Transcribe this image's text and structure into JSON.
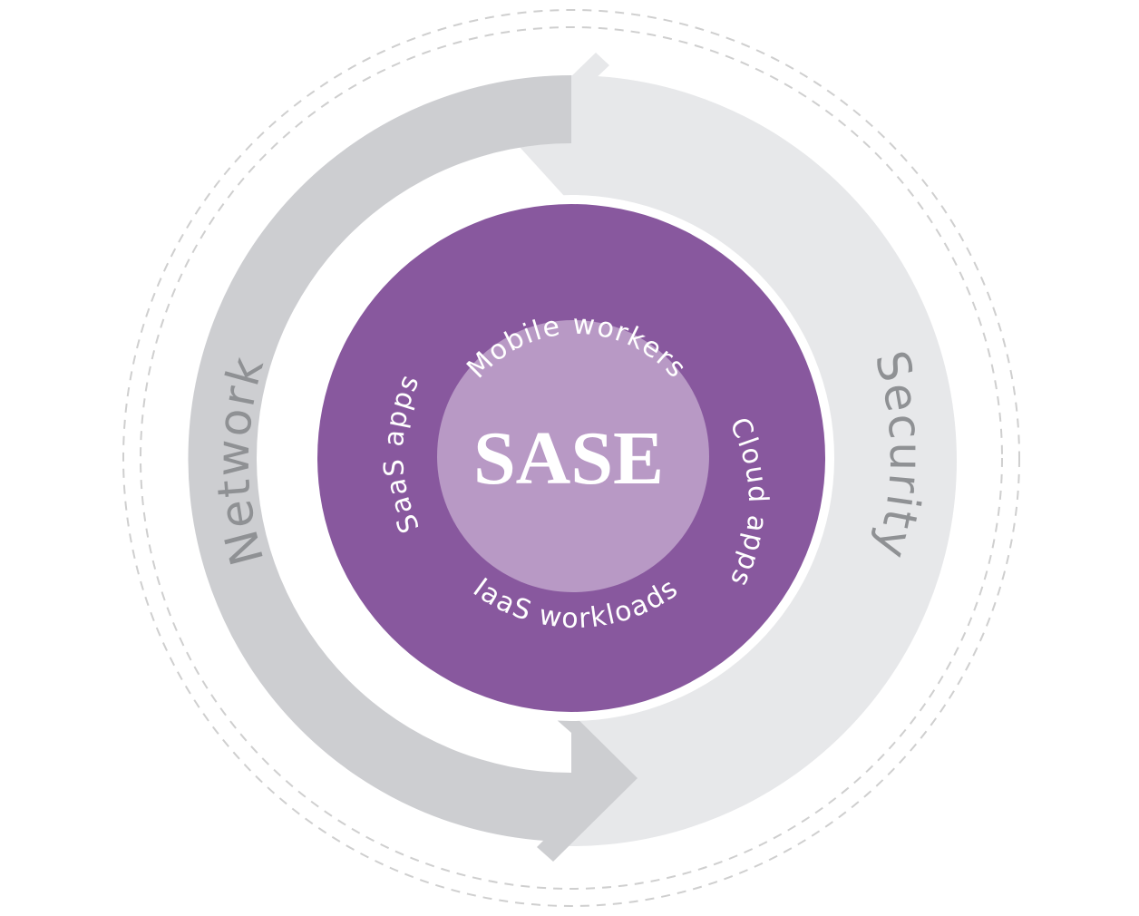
{
  "diagram": {
    "center_label": "SASE",
    "ring_labels": {
      "top": "Mobile workers",
      "right": "Cloud apps",
      "bottom": "IaaS workloads",
      "left": "SaaS apps"
    },
    "cycle_labels": {
      "left": "Network",
      "right": "Security"
    }
  },
  "colors": {
    "network_arrow": "#cdced1",
    "security_arrow": "#e7e8ea",
    "ring": "#88589e",
    "core": "#b899c5",
    "ring_text": "#ffffff",
    "cycle_text": "#8f9194",
    "dashed_circle": "#cfcfcf"
  }
}
